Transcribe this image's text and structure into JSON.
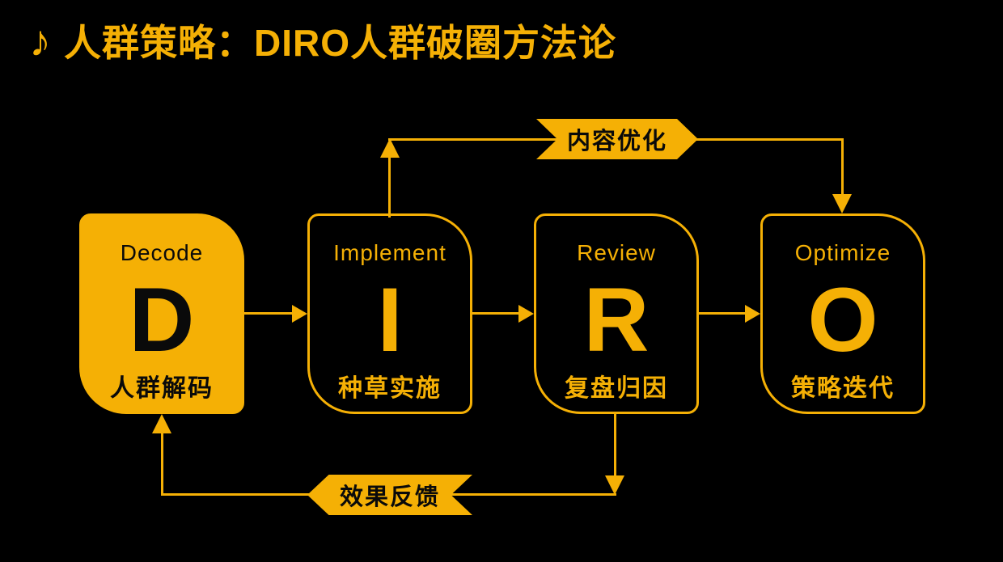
{
  "colors": {
    "background": "#000000",
    "accent": "#F5B005",
    "dark_text": "#0a0a0a"
  },
  "title": {
    "icon": "music-note",
    "icon_glyph": "♪",
    "text": "人群策略：DIRO人群破圈方法论"
  },
  "stages": [
    {
      "name": "Decode",
      "letter": "D",
      "caption": "人群解码",
      "style": "filled"
    },
    {
      "name": "Implement",
      "letter": "I",
      "caption": "种草实施",
      "style": "outlined"
    },
    {
      "name": "Review",
      "letter": "R",
      "caption": "复盘归因",
      "style": "outlined"
    },
    {
      "name": "Optimize",
      "letter": "O",
      "caption": "策略迭代",
      "style": "outlined"
    }
  ],
  "connectors": {
    "top": {
      "label": "内容优化",
      "from": "Implement",
      "to": "Optimize"
    },
    "bottom": {
      "label": "效果反馈",
      "from": "Review",
      "to": "Decode"
    }
  }
}
